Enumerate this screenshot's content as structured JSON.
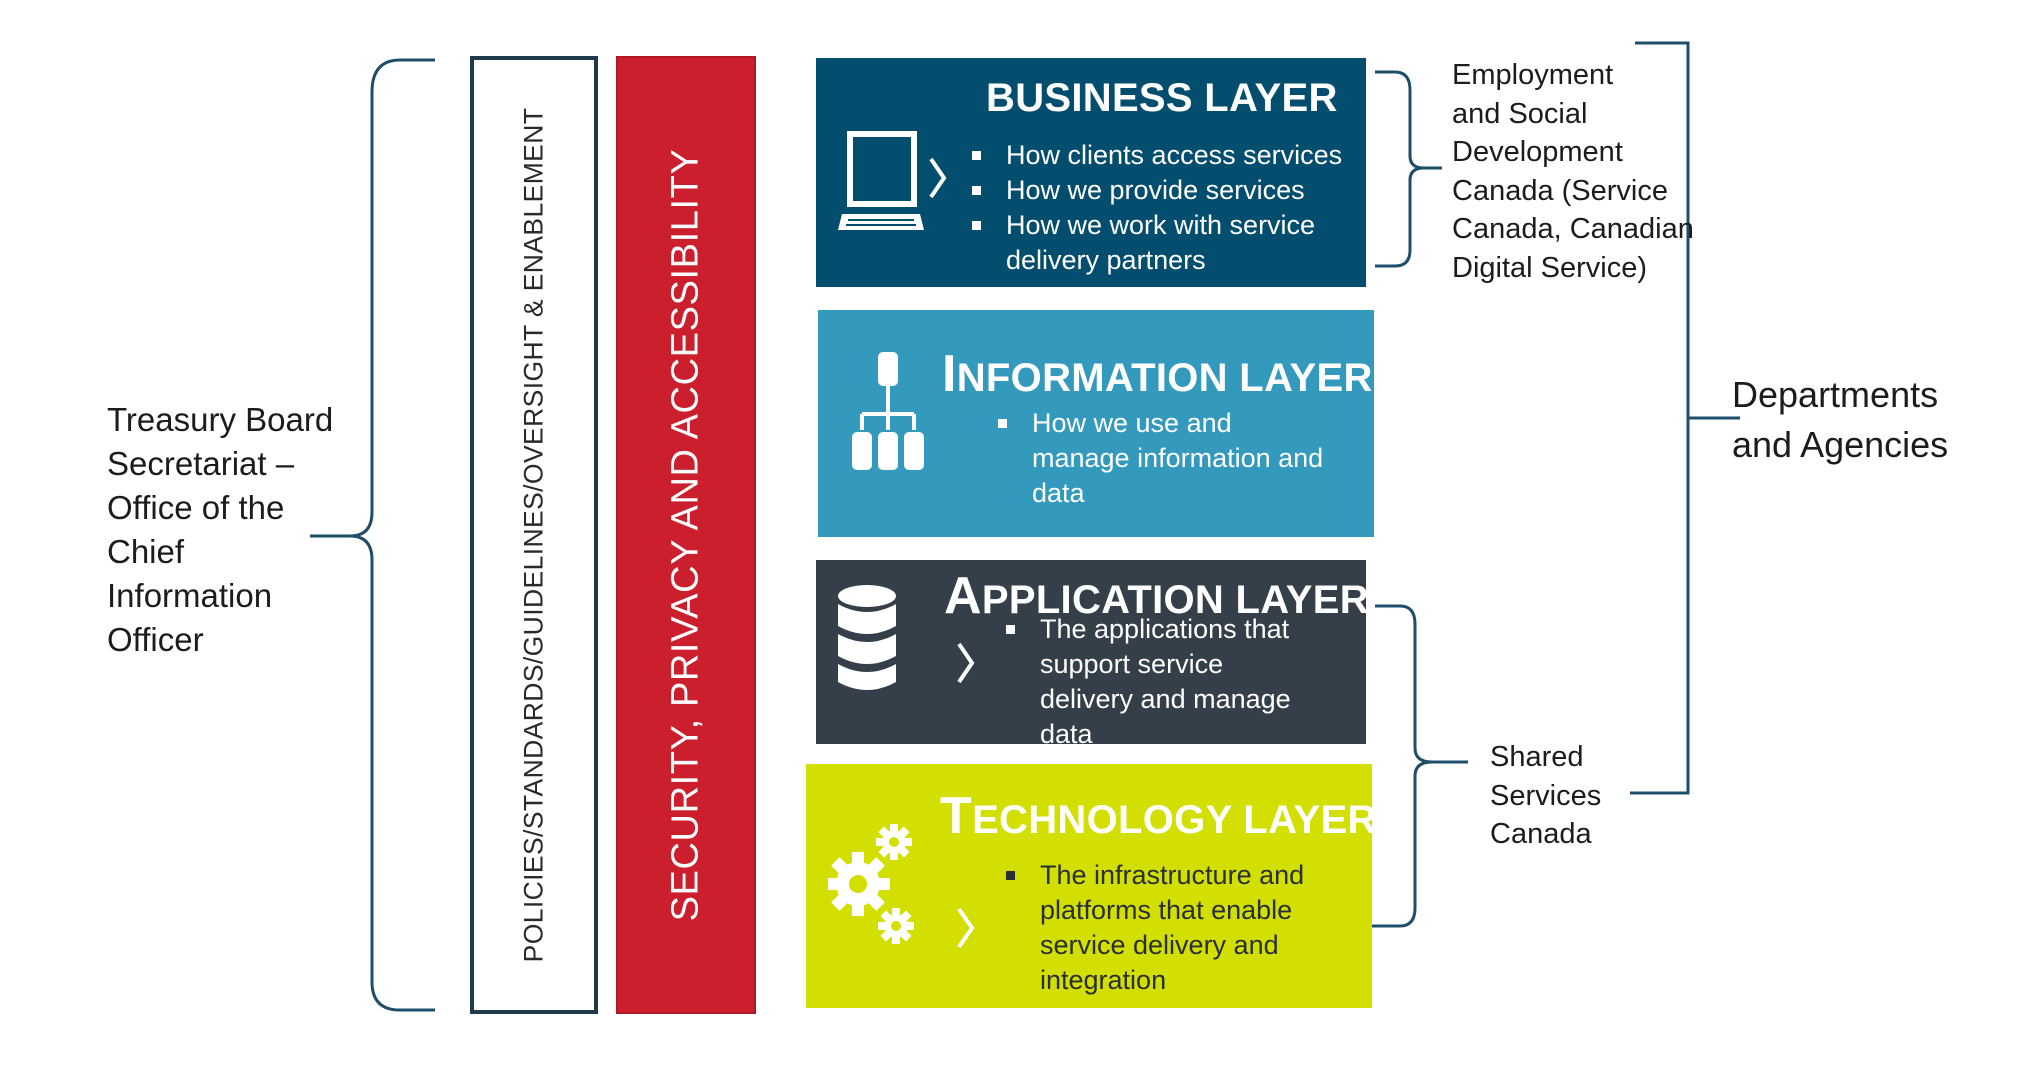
{
  "left_group": {
    "lines": [
      "Treasury Board",
      "Secretariat –",
      "Office of the",
      "Chief",
      "Information",
      "Officer"
    ]
  },
  "policies_bar": {
    "label": "POLICIES/STANDARDS/GUIDELINES/OVERSIGHT & ENABLEMENT"
  },
  "security_bar": {
    "label": "SECURITY, PRIVACY AND ACCESSIBILITY",
    "color": "#cc1f2e"
  },
  "layers": {
    "business": {
      "title_cap": "B",
      "title_rest": "USINESS LAYER",
      "color": "#034d6e",
      "icon": "laptop-icon",
      "bullets": [
        "How clients access services",
        "How we provide services",
        "How we work with service delivery partners"
      ]
    },
    "information": {
      "title_cap": "I",
      "title_rest": "NFORMATION LAYER",
      "color": "#3399bd",
      "icon": "hierarchy-icon",
      "bullets": [
        "How we use and manage information and data"
      ]
    },
    "application": {
      "title_cap": "A",
      "title_rest": "PPLICATION LAYER",
      "color": "#343f49",
      "icon": "database-icon",
      "bullets": [
        "The applications that support service delivery and manage data"
      ]
    },
    "technology": {
      "title_cap": "T",
      "title_rest": "ECHNOLOGY LAYER",
      "color": "#d2df00",
      "icon": "gears-icon",
      "bullets": [
        "The infrastructure and platforms that enable service delivery and integration"
      ]
    }
  },
  "esdc_group": {
    "lines": [
      "Employment",
      "and Social",
      "Development",
      "Canada (Service",
      "Canada, Canadian",
      "Digital Service)"
    ]
  },
  "ssc_group": {
    "lines": [
      "Shared",
      "Services",
      "Canada"
    ]
  },
  "departments_group": {
    "lines": [
      "Departments",
      "and Agencies"
    ]
  },
  "bracket_color": "#1f4e6b"
}
